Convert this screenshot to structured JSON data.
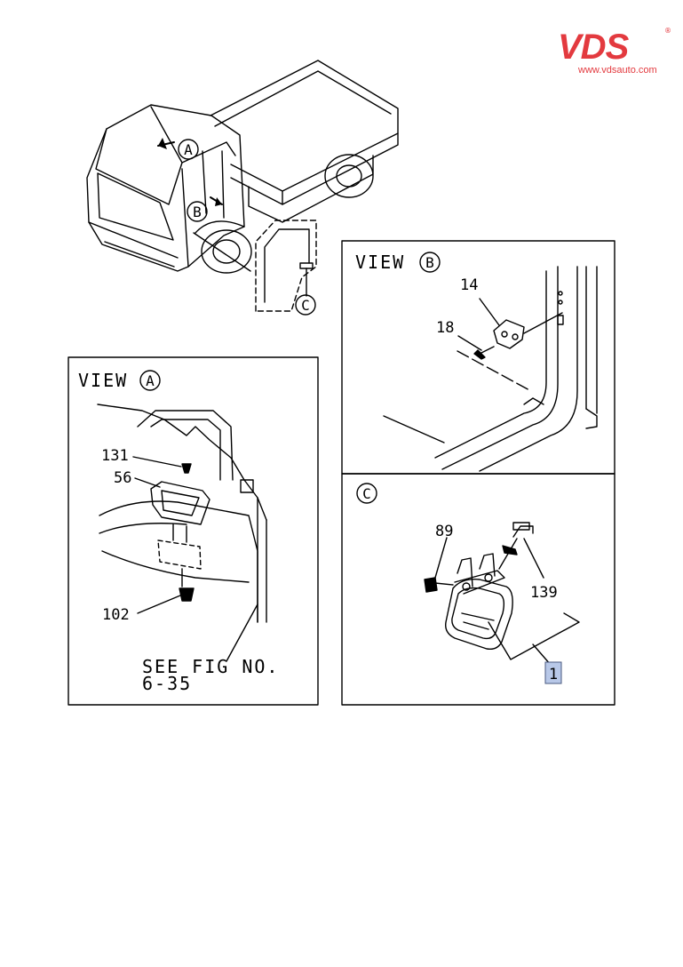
{
  "brand": {
    "logo_text": "VDS",
    "logo_registered": "®",
    "url": "www.vdsauto.com",
    "color": "#e33a3f"
  },
  "overview": {
    "callout_a": "A",
    "callout_b": "B",
    "callout_c": "C"
  },
  "view_a": {
    "title": "VIEW",
    "letter": "A",
    "parts": [
      "131",
      "56",
      "102"
    ],
    "note_line1": "SEE FIG NO.",
    "note_line2": "6-35"
  },
  "view_b": {
    "title": "VIEW",
    "letter": "B",
    "parts": [
      "14",
      "18"
    ]
  },
  "view_c": {
    "letter": "C",
    "parts": [
      "89",
      "139"
    ],
    "highlighted_part": "1",
    "highlight_color": "#b8c8e8"
  }
}
